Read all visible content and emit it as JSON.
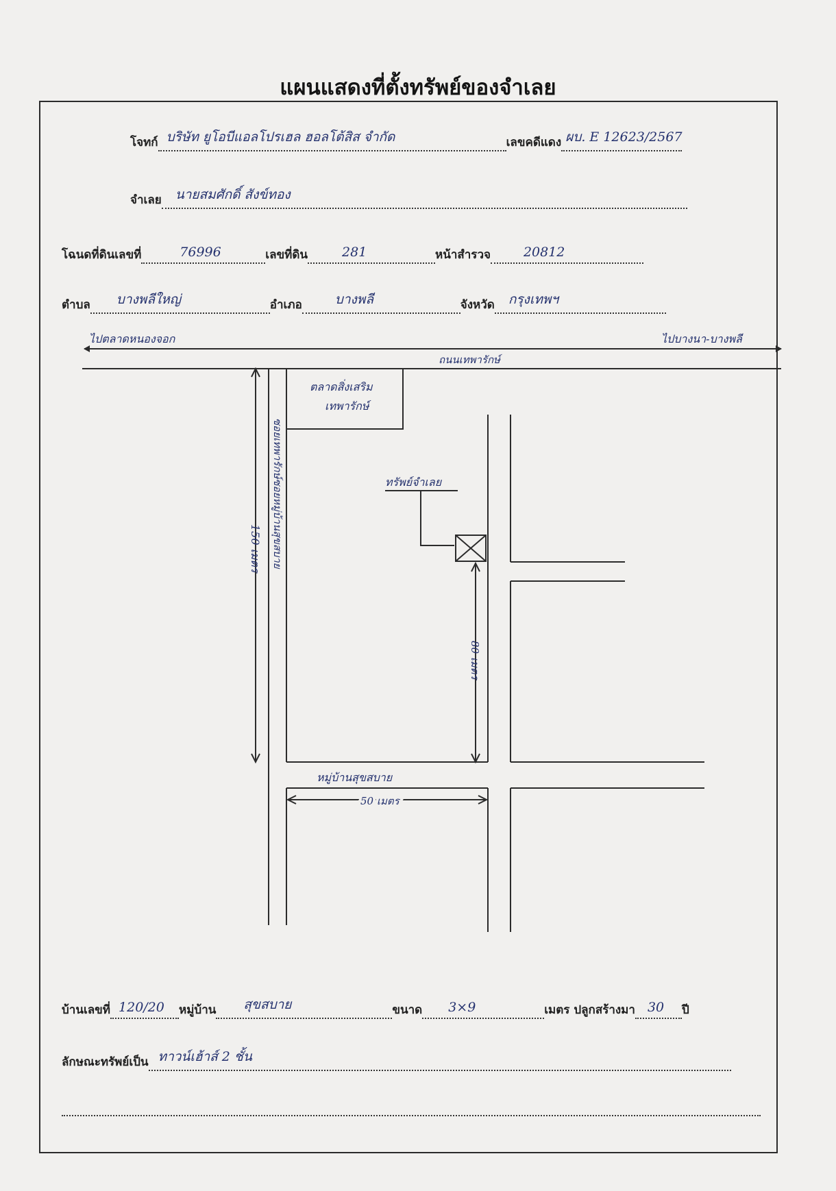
{
  "title": "แผนแสดงที่ตั้งทรัพย์ของจำเลย",
  "form": {
    "plaintiff": {
      "label": "โจทก์",
      "value": "บริษัท ยูโอบีแอลโปรเฮล ฮอลโต้สิส จำกัด"
    },
    "case_no": {
      "label": "เลขคดีแดง",
      "value": "ผบ. E 12623/2567"
    },
    "defendant": {
      "label": "จำเลย",
      "value": "นายสมศักดิ์ สังข์ทอง"
    },
    "deed_no": {
      "label": "โฉนดที่ดินเลขที่",
      "value": "76996"
    },
    "land_no": {
      "label": "เลขที่ดิน",
      "value": "281"
    },
    "survey_page": {
      "label": "หน้าสำรวจ",
      "value": "20812"
    },
    "subdistrict": {
      "label": "ตำบล",
      "value": "บางพลีใหญ่"
    },
    "district": {
      "label": "อำเภอ",
      "value": "บางพลี"
    },
    "province": {
      "label": "จังหวัด",
      "value": "กรุงเทพฯ"
    }
  },
  "map": {
    "left_direction": "ไปตลาดหนองจอก",
    "right_direction": "ไปบางนา-บางพลี",
    "main_road": "ถนนเทพารักษ์",
    "market": [
      "ตลาดสิ่งเสริม",
      "เทพารักษ์"
    ],
    "side_road": "ซอยเทพารักษ์ซอยหมู่บ้านสุขสบาย",
    "property_label": "ทรัพย์จำเลย",
    "dist_vertical": "150 เมตร",
    "dist_property": "80 เมตร",
    "village_road": "หมู่บ้านสุขสบาย",
    "dist_horizontal": "50 เมตร"
  },
  "footer": {
    "house_no": {
      "label": "บ้านเลขที่",
      "value": "120/20"
    },
    "village": {
      "label": "หมู่บ้าน",
      "value": "สุขสบาย"
    },
    "size": {
      "label": "ขนาด",
      "value": "3×9"
    },
    "built": {
      "label": "เมตร ปลูกสร้างมา",
      "value": "30",
      "suffix": "ปี"
    },
    "property_type": {
      "label": "ลักษณะทรัพย์เป็น",
      "value": "ทาวน์เฮ้าส์ 2 ชั้น"
    }
  },
  "colors": {
    "ink": "#24316e",
    "line": "#2b2b2b"
  }
}
